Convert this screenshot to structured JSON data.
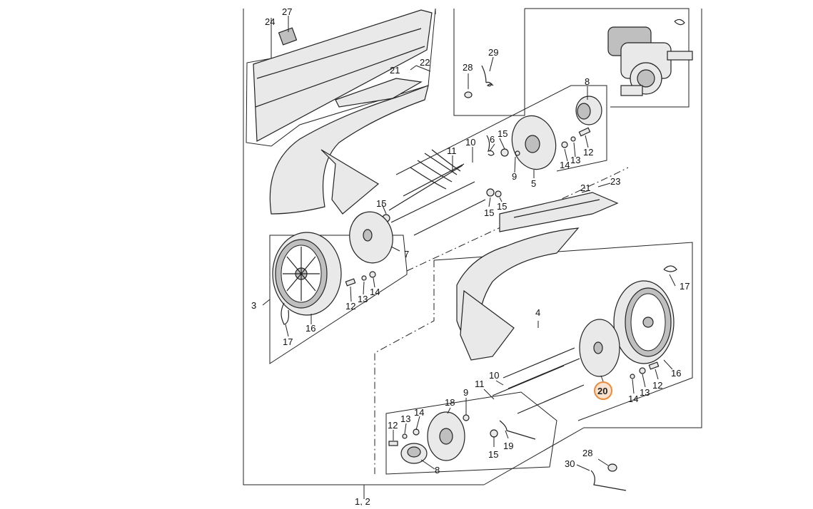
{
  "diagram": {
    "bottom_label": "1, 2",
    "highlighted_part": "20",
    "callouts": [
      "24",
      "27",
      "22",
      "21",
      "28",
      "29",
      "8",
      "15",
      "6",
      "10",
      "11",
      "12",
      "13",
      "14",
      "9",
      "5",
      "21",
      "23",
      "15",
      "15",
      "15",
      "7",
      "3",
      "16",
      "17",
      "12",
      "13",
      "14",
      "17",
      "4",
      "16",
      "12",
      "13",
      "14",
      "20",
      "10",
      "11",
      "9",
      "18",
      "14",
      "13",
      "12",
      "15",
      "19",
      "8",
      "30",
      "28"
    ]
  }
}
